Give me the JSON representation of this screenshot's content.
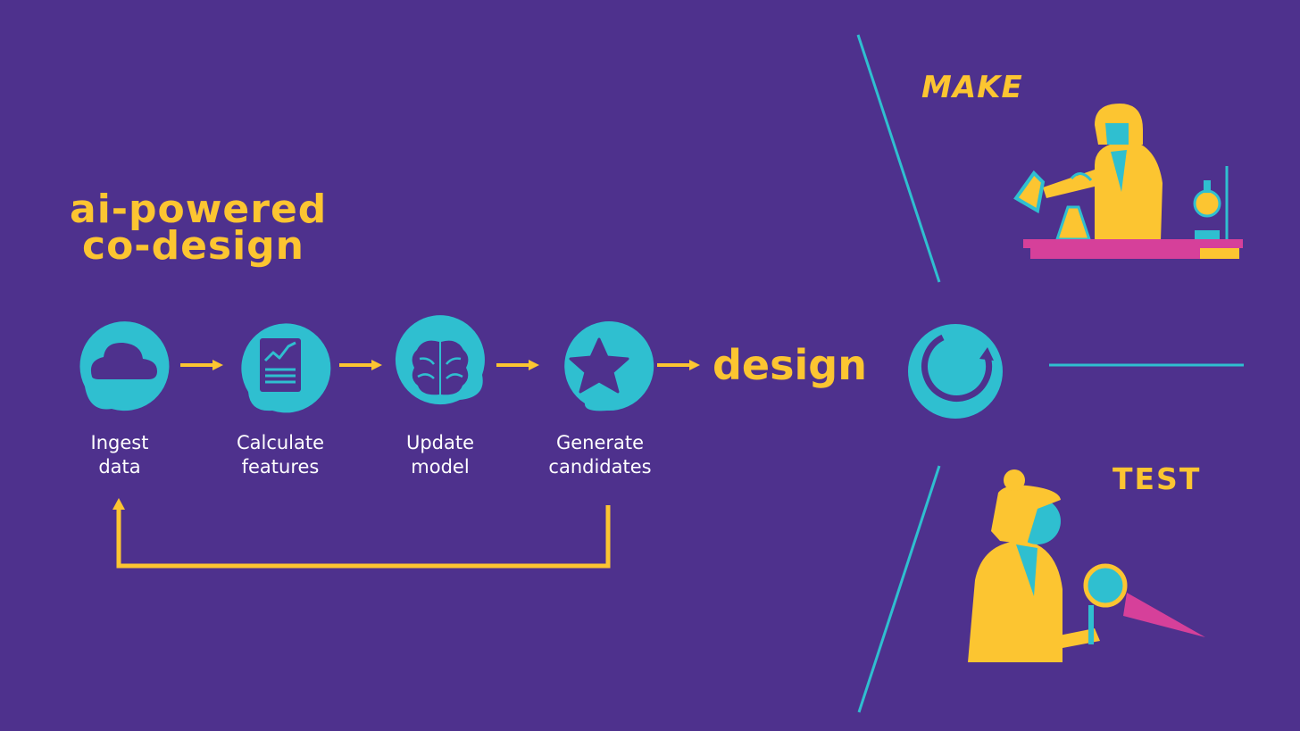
{
  "title": {
    "line1": "ai-powered",
    "line2": "co-design"
  },
  "steps": [
    {
      "label": "Ingest\ndata",
      "icon": "cloud-icon"
    },
    {
      "label": "Calculate\nfeatures",
      "icon": "document-chart-icon"
    },
    {
      "label": "Update\nmodel",
      "icon": "brain-icon"
    },
    {
      "label": "Generate\ncandidates",
      "icon": "star-icon"
    }
  ],
  "design_label": "design",
  "make_label": "MAKE",
  "test_label": "TEST",
  "colors": {
    "background": "#4e318d",
    "accent_yellow": "#fcc531",
    "accent_teal": "#2fbfd0",
    "accent_pink": "#d6409a"
  }
}
